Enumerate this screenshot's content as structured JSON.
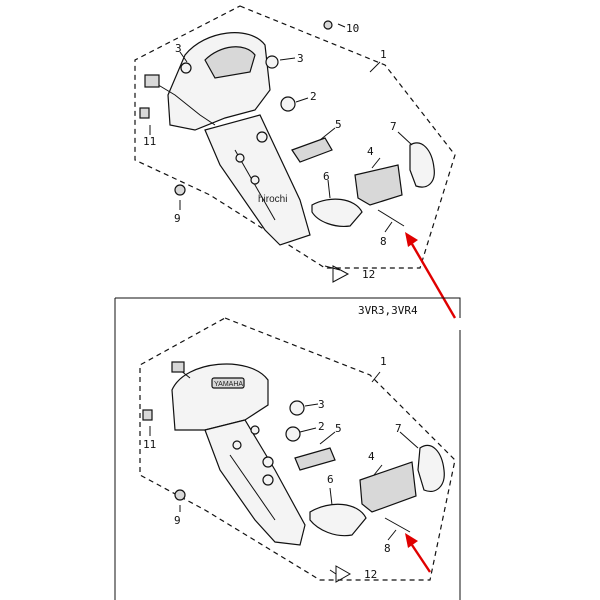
{
  "watermark": "hirochi",
  "variant_caption": "3VR3,3VR4",
  "top_labels": {
    "l1": "1",
    "l2": "2",
    "l3a": "3",
    "l3b": "3",
    "l4": "4",
    "l5": "5",
    "l6": "6",
    "l7": "7",
    "l8": "8",
    "l9": "9",
    "l10": "10",
    "l11": "11",
    "l12": "12"
  },
  "bottom_labels": {
    "l1": "1",
    "l2": "2",
    "l3": "3",
    "l4": "4",
    "l5": "5",
    "l6": "6",
    "l7": "7",
    "l8": "8",
    "l9": "9",
    "l11": "11",
    "l12": "12"
  },
  "badge_text": "YAMAHA",
  "colors": {
    "arrow": "#e00000",
    "ink": "#111111"
  }
}
